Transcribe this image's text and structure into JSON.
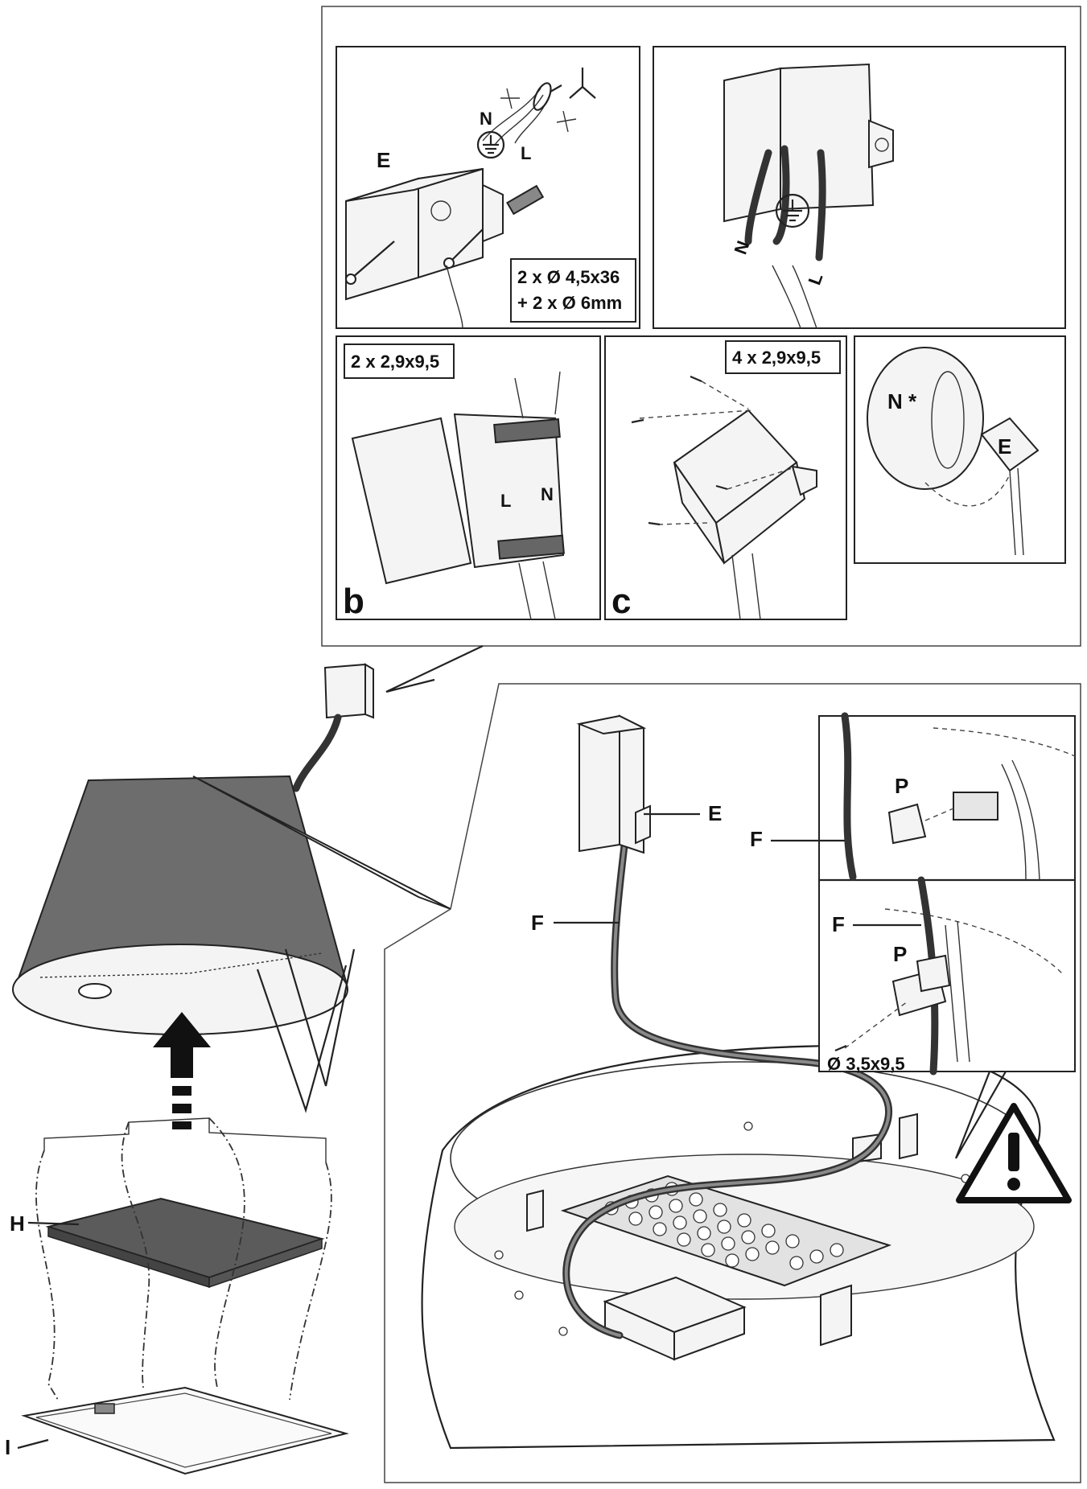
{
  "labels": {
    "E_top": "E",
    "wire_N": "N",
    "wire_L": "L",
    "screws_top_line1": "2 x Ø 4,5x36",
    "screws_top_line2": "+ 2 x Ø 6mm",
    "wire_N2": "N",
    "wire_L2": "L",
    "screws_b": "2 x 2,9x9,5",
    "letter_b": "b",
    "terminal_L": "L",
    "terminal_N": "N",
    "screws_c": "4 x 2,9x9,5",
    "letter_c": "c",
    "N_star": "N *",
    "E_small": "E",
    "E_main": "E",
    "F_main": "F",
    "P_top": "P",
    "F_top": "F",
    "F_bottom": "F",
    "P_bottom": "P",
    "screw_p": "Ø 3,5x9,5",
    "H": "H",
    "I": "I"
  },
  "icons": [
    "ground-symbol-icon",
    "pliers-icon",
    "warning-triangle-icon",
    "up-arrow-icon"
  ],
  "colors": {
    "hood": "#6d6d6d",
    "line": "#222222",
    "background": "#ffffff"
  }
}
